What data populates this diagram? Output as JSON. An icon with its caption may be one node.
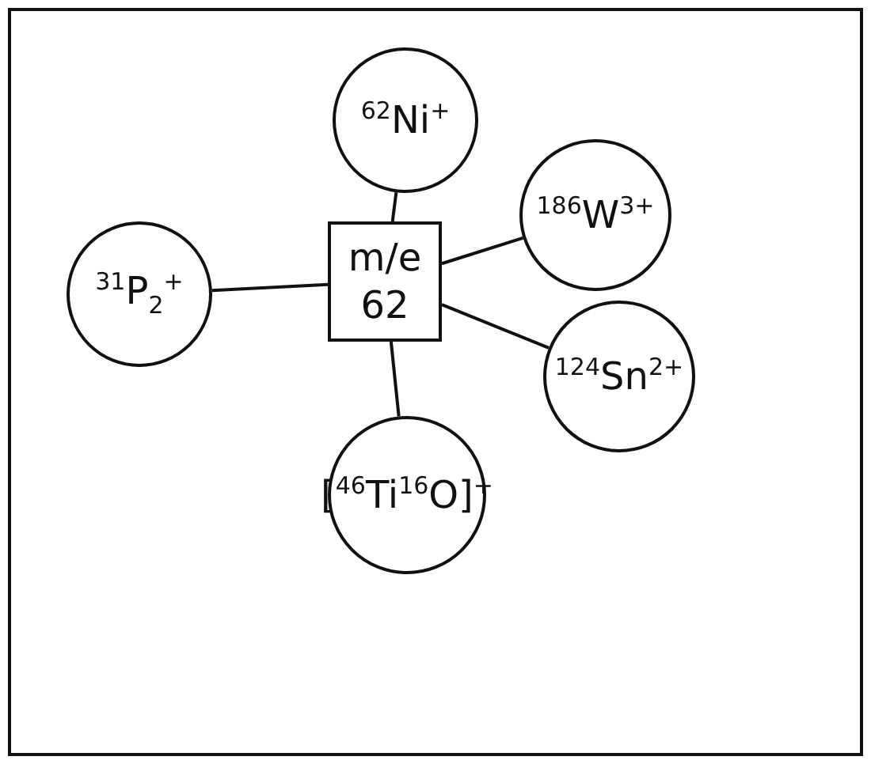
{
  "diagram": {
    "nodes": [
      {
        "text": [
          "m/e 62"
        ]
      },
      {
        "text": [
          "$^{62}$Ni$^{+}$"
        ]
      },
      {
        "text": [
          "$^{31}$P$_{2}$$^{+}$"
        ]
      },
      {
        "text": [
          "$^{186}$W$^{3+}$"
        ]
      },
      {
        "text": [
          "$^{124}$Sn$^{2+}$"
        ]
      },
      {
        "text": [
          "[$^{46}$Ti$^{16}$O]$^{+}$"
        ]
      }
    ],
    "edges": [
      {
        "from": 1,
        "to": 0,
        "arrow": "none"
      },
      {
        "from": 2,
        "to": 0,
        "arrow": "none"
      },
      {
        "from": 0,
        "to": 3,
        "arrow": "none"
      },
      {
        "from": 0,
        "to": 4,
        "arrow": "none"
      },
      {
        "from": 0,
        "to": 5,
        "arrow": "none"
      }
    ]
  }
}
